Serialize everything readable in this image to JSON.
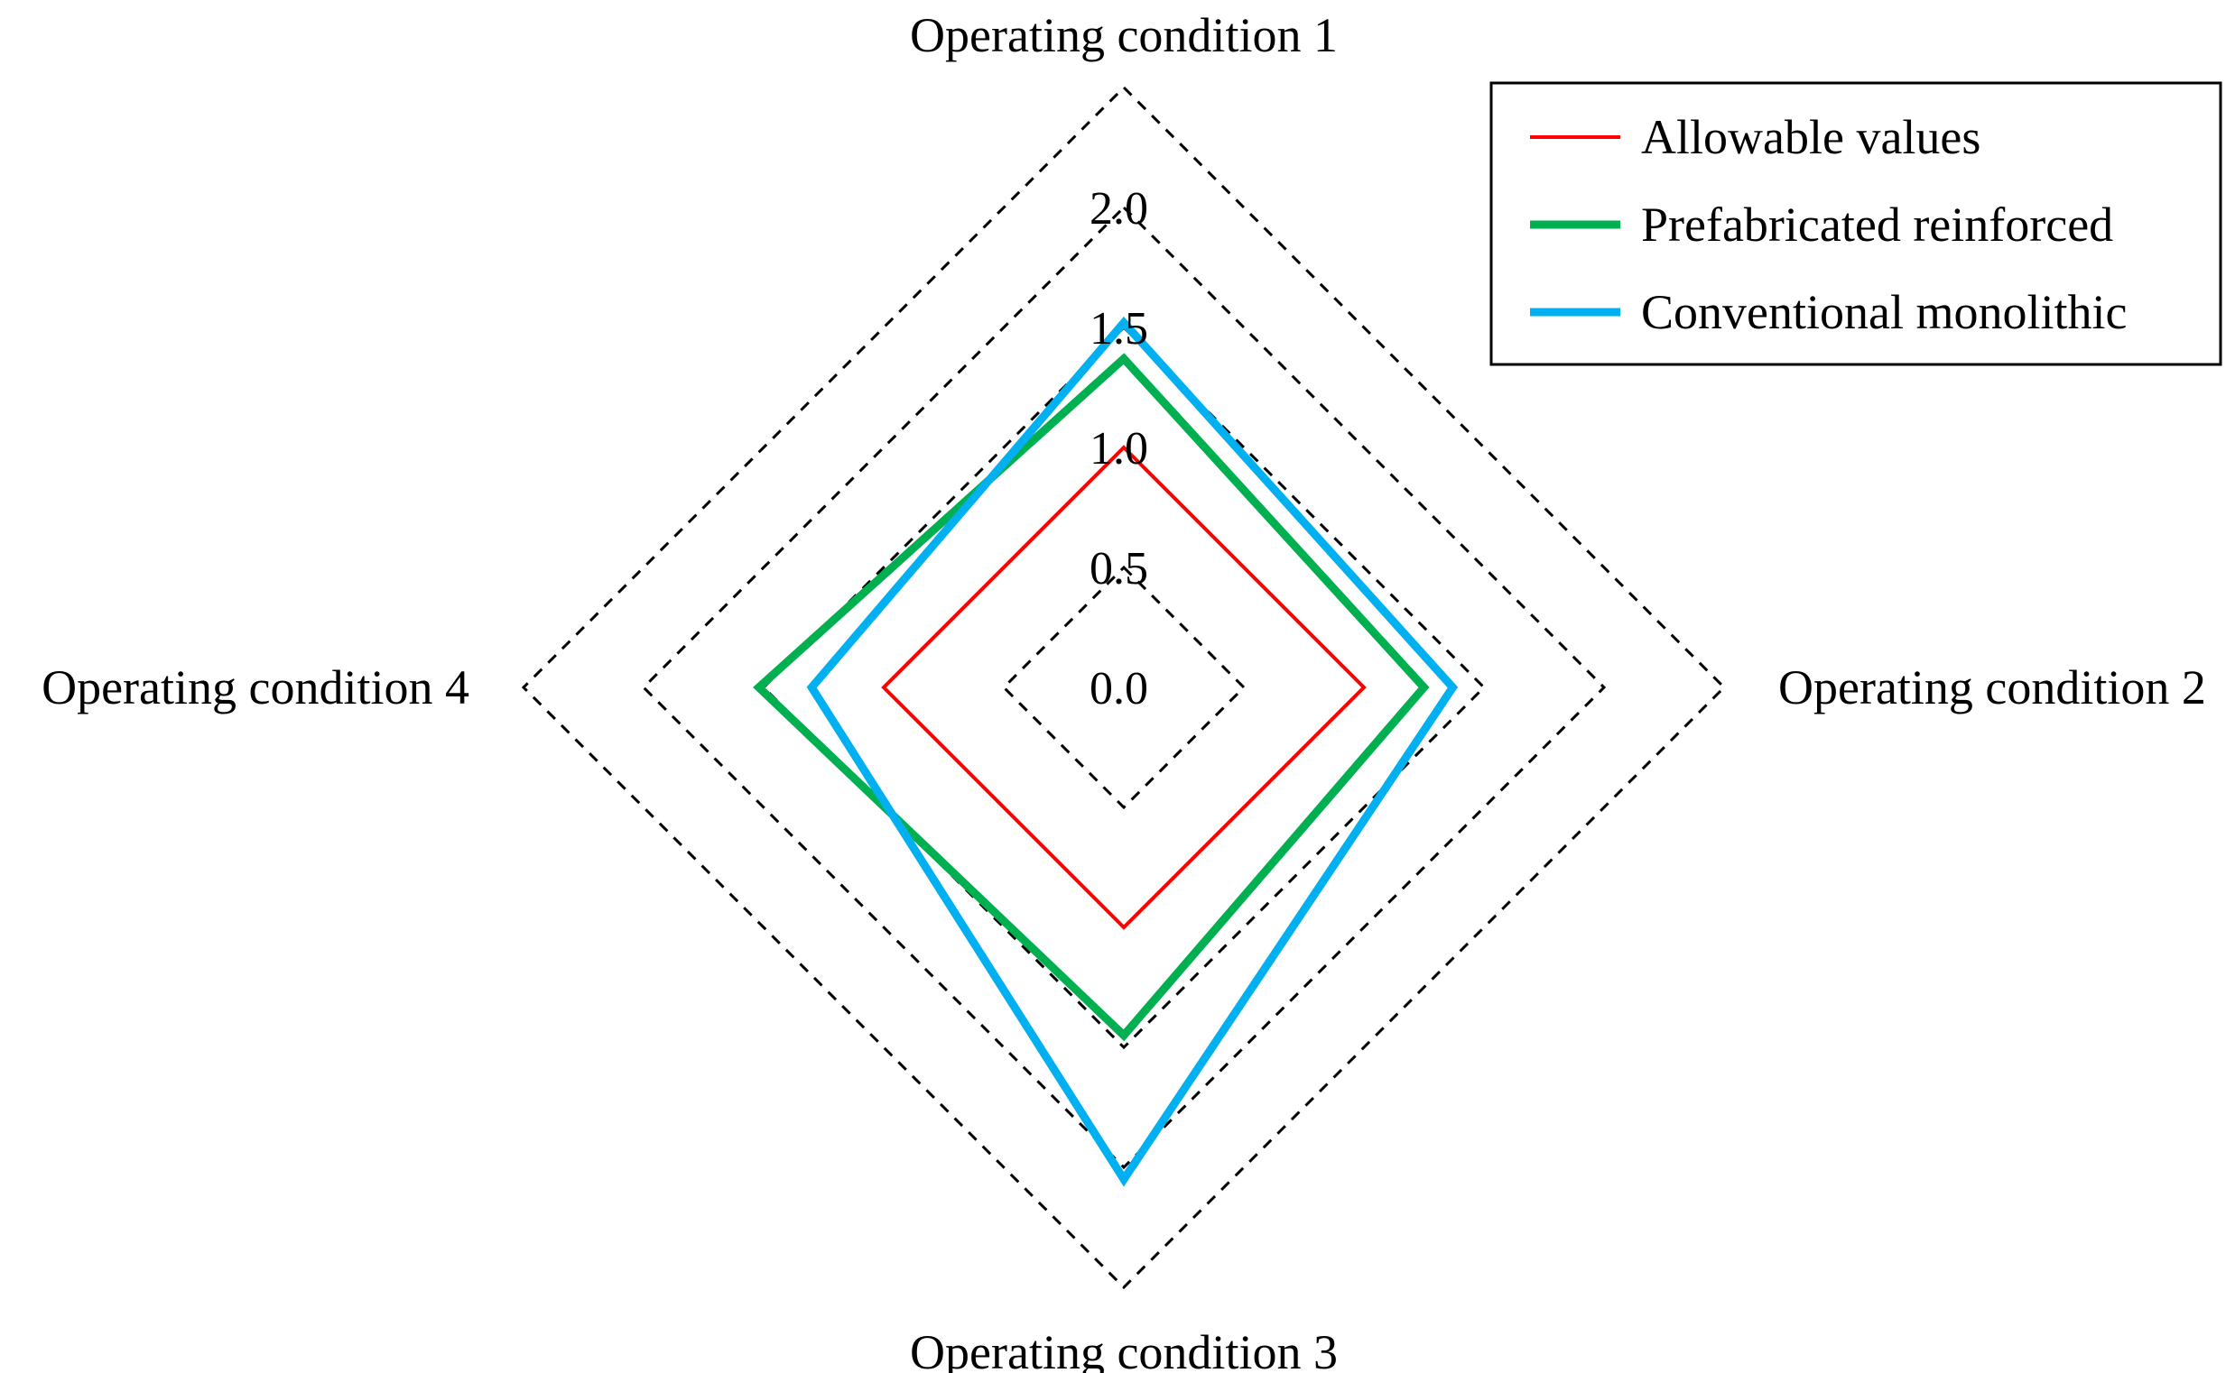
{
  "chart_data": {
    "type": "radar",
    "axes": [
      "Operating condition 1",
      "Operating condition 2",
      "Operating condition 3",
      "Operating condition 4"
    ],
    "radial_ticks": [
      "0.0",
      "0.5",
      "1.0",
      "1.5",
      "2.0"
    ],
    "radial_range": [
      0,
      2.5
    ],
    "grid_style": "dashed",
    "legend_position": "top-right",
    "series": [
      {
        "name": "Allowable values",
        "color": "#ff0000",
        "values": [
          1.0,
          1.0,
          1.0,
          1.0
        ]
      },
      {
        "name": "Prefabricated reinforced",
        "color": "#00b050",
        "values": [
          1.37,
          1.25,
          1.45,
          1.52
        ]
      },
      {
        "name": "Conventional monolithic",
        "color": "#00b0f0",
        "values": [
          1.52,
          1.37,
          2.05,
          1.3
        ]
      }
    ]
  }
}
